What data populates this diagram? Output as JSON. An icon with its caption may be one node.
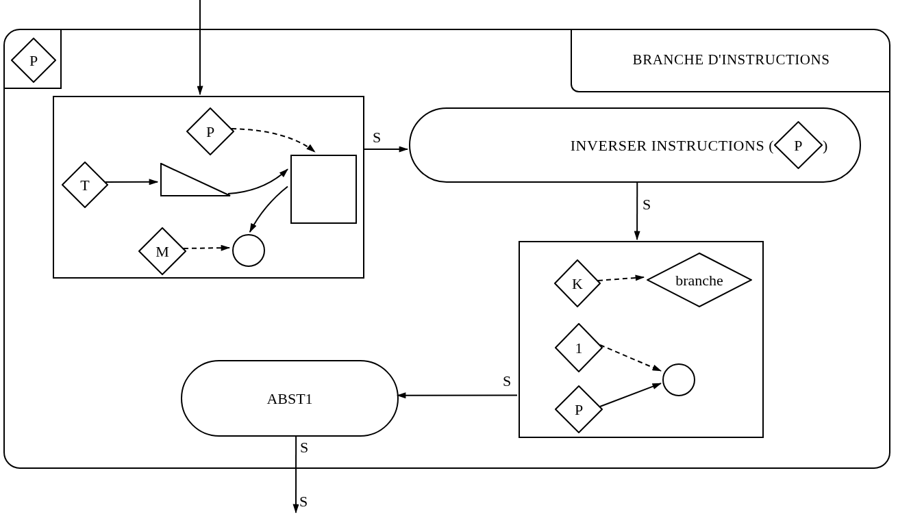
{
  "diagram": {
    "nodes": [
      {
        "text": [],
        "shape": "box"
      },
      {
        "text": [],
        "shape": "box",
        "in": 0
      },
      {
        "text": [
          "P"
        ],
        "in": 1
      },
      {
        "text": [
          "BRANCHE D'INSTRUCTIONS"
        ],
        "in": 0
      },
      {
        "text": [],
        "shape": "box",
        "in": 0
      },
      {
        "text": [
          "P"
        ],
        "in": 4
      },
      {
        "text": [
          "T"
        ],
        "in": 4
      },
      {
        "text": [],
        "shape": "triangle",
        "in": 4
      },
      {
        "text": [],
        "shape": "box",
        "in": 4
      },
      {
        "text": [
          "M"
        ],
        "in": 4
      },
      {
        "text": [],
        "shape": "circle",
        "in": 4
      },
      {
        "text": [
          "INVERSER INSTRUCTIONS (",
          ")"
        ],
        "in": 0
      },
      {
        "text": [
          "P"
        ],
        "in": 11
      },
      {
        "text": [],
        "shape": "box",
        "in": 0
      },
      {
        "text": [
          "K"
        ],
        "in": 13
      },
      {
        "text": [
          "branche"
        ],
        "in": 13
      },
      {
        "text": [
          "1"
        ],
        "in": 13
      },
      {
        "text": [],
        "shape": "circle",
        "in": 13
      },
      {
        "text": [
          "P"
        ],
        "in": 13
      },
      {
        "text": [
          "ABST1"
        ],
        "in": 0
      },
      {
        "text": [
          "S"
        ]
      }
    ],
    "edges": [
      {
        "from": null,
        "to": 4,
        "arrow": "to"
      },
      {
        "from": 5,
        "to": 8,
        "arrow": "to",
        "style": "dashed"
      },
      {
        "from": 6,
        "to": 7,
        "arrow": "to"
      },
      {
        "from": 7,
        "to": 8,
        "arrow": "to"
      },
      {
        "from": 8,
        "to": 10,
        "arrow": "to"
      },
      {
        "from": 9,
        "to": 10,
        "arrow": "to",
        "style": "dashed"
      },
      {
        "from": 4,
        "to": 11,
        "arrow": "to",
        "label": "S"
      },
      {
        "from": 11,
        "to": 13,
        "arrow": "to",
        "label": "S"
      },
      {
        "from": 14,
        "to": 15,
        "arrow": "to",
        "style": "dashed"
      },
      {
        "from": 16,
        "to": 17,
        "arrow": "to",
        "style": "dashed"
      },
      {
        "from": 18,
        "to": 17,
        "arrow": "to"
      },
      {
        "from": 13,
        "to": 19,
        "arrow": "to",
        "label": "S"
      },
      {
        "from": 19,
        "to": 20,
        "arrow": "to",
        "label": "S"
      }
    ]
  }
}
